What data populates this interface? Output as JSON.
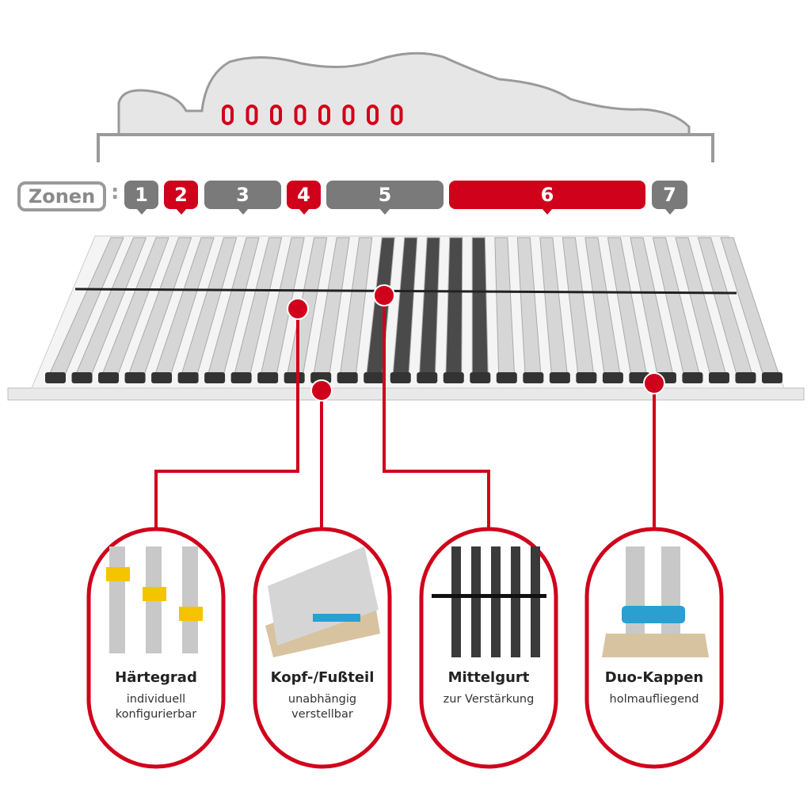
{
  "zones_label": "Zonen",
  "colon": ":",
  "zones": [
    {
      "label": "1",
      "color": "#7a7a7a"
    },
    {
      "label": "2",
      "color": "#d0021b"
    },
    {
      "label": "3",
      "color": "#7a7a7a"
    },
    {
      "label": "4",
      "color": "#d0021b"
    },
    {
      "label": "5",
      "color": "#7a7a7a"
    },
    {
      "label": "6",
      "color": "#d0021b"
    },
    {
      "label": "7",
      "color": "#7a7a7a"
    }
  ],
  "features": [
    {
      "title": "Härtegrad",
      "subtitle": [
        "individuell",
        "konfigurierbar"
      ]
    },
    {
      "title": "Kopf-/Fußteil",
      "subtitle": [
        "unabhängig",
        "verstellbar"
      ]
    },
    {
      "title": "Mittelgurt",
      "subtitle": [
        "zur Verstärkung"
      ]
    },
    {
      "title": "Duo-Kappen",
      "subtitle": [
        "holmaufliegend"
      ]
    }
  ],
  "colors": {
    "accent": "#d0021b",
    "gray": "#7a7a7a",
    "silhouette": "#e6e6e6"
  }
}
